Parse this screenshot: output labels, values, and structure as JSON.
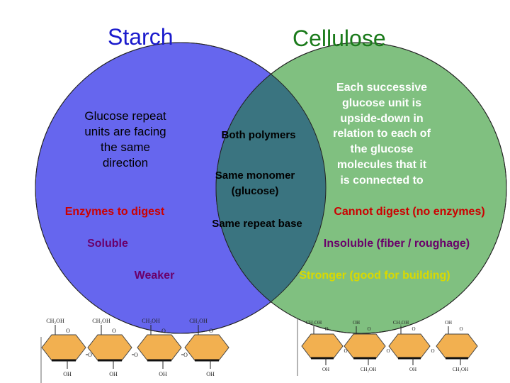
{
  "titles": {
    "left": "Starch",
    "right": "Cellulose"
  },
  "colors": {
    "starch_circle": "#6666ee",
    "cellulose_circle": "#80c080",
    "overlap": "#3a7480",
    "starch_title": "#1a1acc",
    "cellulose_title": "#1a7a1a",
    "enzymes_text": "#cc0000",
    "soluble_text": "#6a006a",
    "weaker_text": "#6a006a",
    "cannot_digest_text": "#cc0000",
    "insoluble_text": "#6a006a",
    "stronger_text": "#d9d900",
    "ring_fill": "#f2b050"
  },
  "starch": {
    "glucose_repeat": "Glucose repeat\nunits are facing\nthe same\ndirection",
    "enzymes": "Enzymes to digest",
    "soluble": "Soluble",
    "weaker": "Weaker"
  },
  "overlap": {
    "both_polymers": "Both polymers",
    "same_monomer": "Same monomer\n(glucose)",
    "same_repeat_base": "Same repeat base"
  },
  "cellulose": {
    "each_successive": "Each successive\nglucose unit is\nupside-down in\nrelation to each of\nthe glucose\nmolecules that it\nis connected to",
    "cannot_digest": "Cannot digest (no enzymes)",
    "insoluble": "Insoluble (fiber / roughage)",
    "stronger": "Stronger (good for building)"
  },
  "structures": {
    "starch_top_labels": [
      "CH₂OH",
      "CH₂OH",
      "CH₂OH",
      "CH₂OH"
    ],
    "starch_bottom_labels": [
      "OH",
      "OH",
      "OH",
      "OH"
    ],
    "cellulose_top_labels": [
      "CH₂OH",
      "OH",
      "CH₂OH",
      "OH"
    ],
    "cellulose_bottom_labels": [
      "OH",
      "CH₂OH",
      "OH",
      "CH₂OH"
    ],
    "oxygen_label": "O"
  }
}
